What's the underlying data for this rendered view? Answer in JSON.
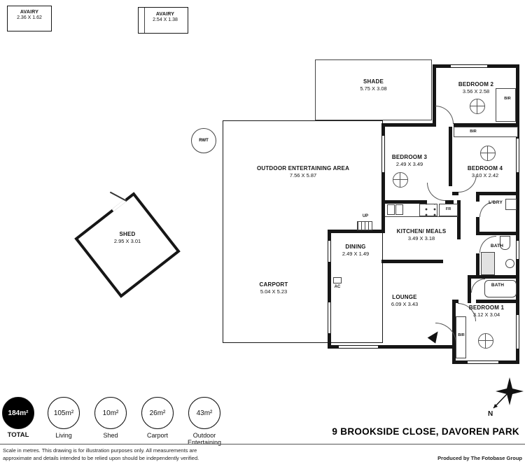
{
  "title": {
    "address": "9 BROOKSIDE CLOSE, DAVOREN PARK"
  },
  "structures": {
    "avairy1": {
      "name": "AVAIRY",
      "dims": "2.36 X 1.62"
    },
    "avairy2": {
      "name": "AVAIRY",
      "dims": "2.54 X 1.38"
    },
    "shade": {
      "name": "SHADE",
      "dims": "5.75 X 3.08"
    },
    "rwt": {
      "name": "RWT"
    },
    "shed": {
      "name": "SHED",
      "dims": "2.95 X 3.01"
    },
    "outdoor": {
      "name": "OUTDOOR ENTERTAINING AREA",
      "dims": "7.56 X 5.87"
    },
    "carport": {
      "name": "CARPORT",
      "dims": "5.04 X 5.23"
    }
  },
  "rooms": {
    "bedroom1": {
      "name": "BEDROOM 1",
      "dims": "3.12 X 3.04"
    },
    "bedroom2": {
      "name": "BEDROOM 2",
      "dims": "3.56 X 2.58"
    },
    "bedroom3": {
      "name": "BEDROOM 3",
      "dims": "2.49 X 3.49"
    },
    "bedroom4": {
      "name": "BEDROOM 4",
      "dims": "3.10 X 2.42"
    },
    "kitchen": {
      "name": "KITCHEN/ MEALS",
      "dims": "3.49 X 3.18"
    },
    "dining": {
      "name": "DINING",
      "dims": "2.49 X 1.49"
    },
    "lounge": {
      "name": "LOUNGE",
      "dims": "6.09 X 3.43"
    },
    "laundry": {
      "name": "L'DRY"
    },
    "bath1": {
      "name": "BATH"
    },
    "bath2": {
      "name": "BATH"
    }
  },
  "markers": {
    "bir": "BIR",
    "fr": "FR",
    "up": "UP",
    "ac": "AC",
    "north": "N"
  },
  "legend": [
    {
      "value": "184m²",
      "label": "TOTAL"
    },
    {
      "value": "105m²",
      "label": "Living"
    },
    {
      "value": "10m²",
      "label": "Shed"
    },
    {
      "value": "26m²",
      "label": "Carport"
    },
    {
      "value": "43m²",
      "label": "Outdoor Entertaining"
    }
  ],
  "footer": {
    "disclaimer1": "Scale in metres. This drawing is for illustration purposes only. All measurements are",
    "disclaimer2": "approximate and details intended to be relied upon should be independently verified.",
    "produced_by": "Produced by The Fotobase Group"
  }
}
